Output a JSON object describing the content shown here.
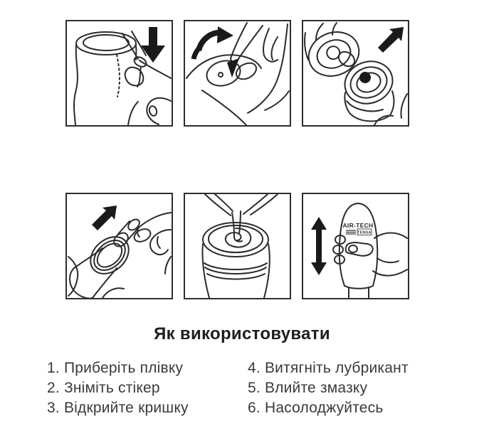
{
  "colors": {
    "background": "#ffffff",
    "line_art": "#2b2b2b",
    "arrow_fill": "#1a1a1a",
    "panel_border": "#2e2e2e",
    "title_text": "#1f1f1f",
    "body_text": "#3a3a3a"
  },
  "title": "Як використовувати",
  "steps": {
    "left": [
      "1. Приберіть плівку",
      "2. Зніміть стікер",
      "3. Відкрийте кришку"
    ],
    "right": [
      "4. Витягніть лубрикант",
      "5. Влийте змазку",
      "6. Насолоджуйтесь"
    ]
  },
  "panels": [
    {
      "step": "1",
      "depicts": "hand pulling protective film strip down off the cup",
      "arrow_icon": "arrow-down"
    },
    {
      "step": "2",
      "depicts": "fingers peeling the sticker from the top",
      "arrow_icon": "arrow-curved"
    },
    {
      "step": "3",
      "depicts": "cap lifted off the opening",
      "arrow_icon": "arrow-up-right"
    },
    {
      "step": "4",
      "depicts": "fingers pulling the lubricant pod out",
      "arrow_icon": "arrow-up-right"
    },
    {
      "step": "5",
      "depicts": "lubricant poured into the opening",
      "arrow_icon": "none"
    },
    {
      "step": "6",
      "depicts": "hand holding the device moving up and down",
      "arrow_icon": "arrow-vertical-double"
    }
  ],
  "product_label": {
    "name": "AIR-TECH",
    "brand": "TENGA"
  }
}
